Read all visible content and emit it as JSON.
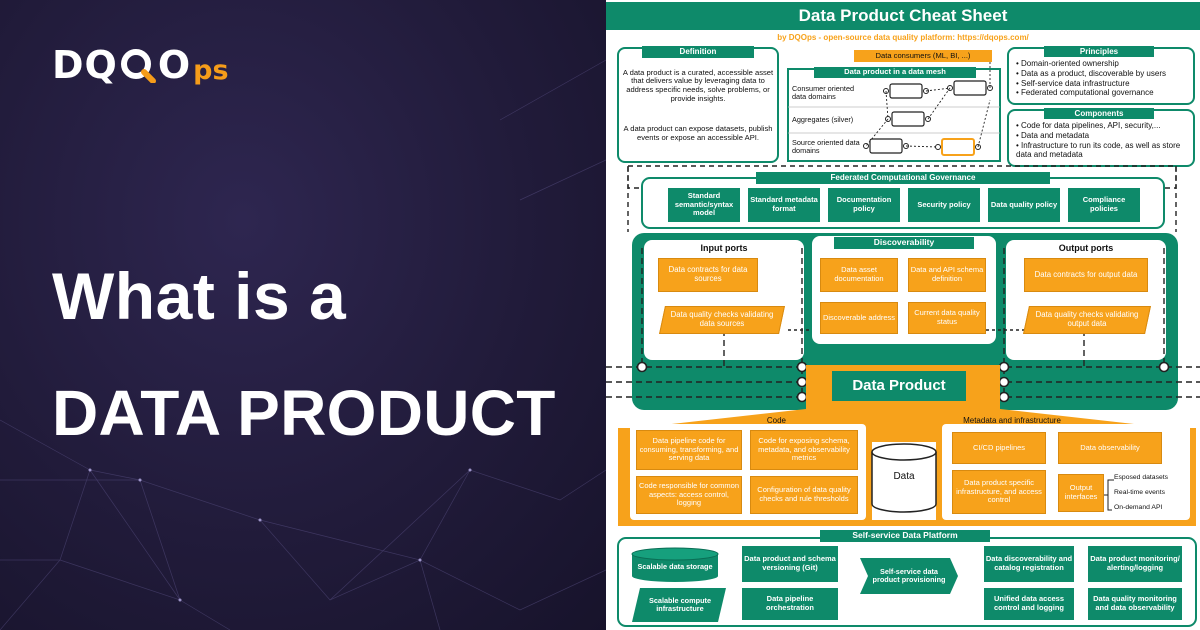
{
  "hero": {
    "logo_dq": "DQ",
    "logo_o": "O",
    "logo_ps": "ps",
    "title_line1": "What is a",
    "title_line2": "DATA PRODUCT"
  },
  "sheet": {
    "title": "Data Product Cheat Sheet",
    "subtitle": "by DQOps - open-source data quality platform: https://dqops.com/",
    "definition": {
      "header": "Definition",
      "p1": "A data product is a curated, accessible asset that delivers value by leveraging data to address specific needs, solve problems, or provide insights.",
      "p2": "A data product can expose datasets, publish events or expose an accessible API."
    },
    "consumers": "Data consumers (ML, BI, ...)",
    "mesh": {
      "header": "Data product in a data mesh",
      "rows": [
        "Consumer oriented data domains",
        "Aggregates (silver)",
        "Source oriented data domains"
      ]
    },
    "principles": {
      "header": "Principles",
      "items": [
        "Domain-oriented ownership",
        "Data as a product, discoverable by users",
        "Self-service data infrastructure",
        "Federated computational governance"
      ]
    },
    "components": {
      "header": "Components",
      "items": [
        "Code for data pipelines, API, security,...",
        "Data and metadata",
        "Infrastructure to run its code, as well as store data and metadata"
      ]
    },
    "governance": {
      "header": "Federated Computational Governance",
      "items": [
        "Standard semantic/syntax model",
        "Standard metadata format",
        "Documentation policy",
        "Security policy",
        "Data quality policy",
        "Compliance policies"
      ]
    },
    "input_ports": {
      "header": "Input ports",
      "contracts": "Data contracts for data sources",
      "checks": "Data quality checks validating data sources"
    },
    "discoverability": {
      "header": "Discoverability",
      "items": [
        "Data asset documentation",
        "Data and API schema definition",
        "Discoverable address",
        "Current data quality status"
      ]
    },
    "output_ports": {
      "header": "Output ports",
      "contracts": "Data contracts for output data",
      "checks": "Data quality checks validating output data"
    },
    "data_product": "Data Product",
    "code": {
      "header": "Code",
      "items": [
        "Data pipeline code for consuming, transforming, and serving data",
        "Code for exposing schema, metadata, and observability metrics",
        "Code responsible for common aspects: access control, logging",
        "Configuration of data quality checks and rule thresholds"
      ]
    },
    "data_label": "Data",
    "meta": {
      "header": "Metadata and infrastructure",
      "cicd": "CI/CD pipelines",
      "observability": "Data observability",
      "infra": "Data product specific infrastructure, and access control",
      "output": "Output interfaces",
      "outputs": [
        "Esposed datasets",
        "Real-time events",
        "On-demand API"
      ]
    },
    "platform": {
      "header": "Self-service Data Platform",
      "storage": "Scalable data storage",
      "compute": "Scalable compute infrastructure",
      "versioning": "Data product and schema versioning (Git)",
      "orchestration": "Data pipeline orchestration",
      "provisioning": "Self-service data product provisioning",
      "catalog": "Data discoverability and catalog registration",
      "access": "Unified data access control and logging",
      "monitoring": "Data product monitoring/ alerting/logging",
      "quality": "Data quality monitoring and data observability"
    }
  },
  "colors": {
    "teal": "#0e8a6a",
    "orange": "#f7a21b",
    "hero_bg": "#211b3a",
    "logo_orange": "#f59c1a"
  }
}
